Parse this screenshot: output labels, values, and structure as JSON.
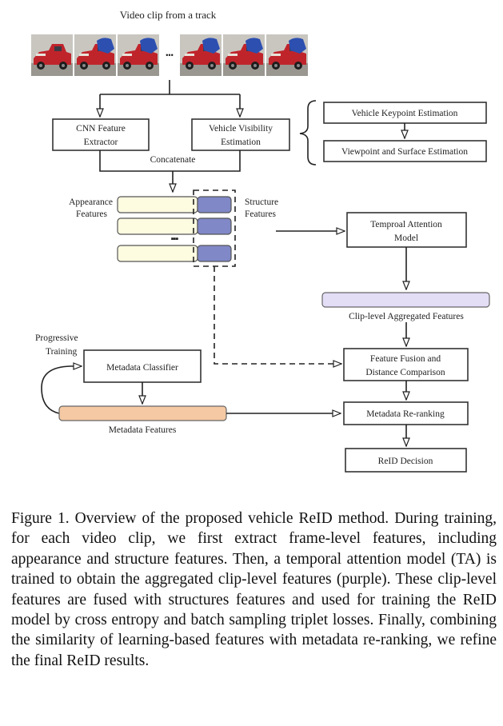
{
  "diagram": {
    "video_clip_title": "Video clip from a track",
    "ellipsis": "•••",
    "cnn_line1": "CNN Feature",
    "cnn_line2": "Extractor",
    "visibility_line1": "Vehicle Visibility",
    "visibility_line2": "Estimation",
    "keypoint": "Vehicle Keypoint Estimation",
    "viewpoint": "Viewpoint and Surface Estimation",
    "concatenate": "Concatenate",
    "appearance_line1": "Appearance",
    "appearance_line2": "Features",
    "structure_line1": "Structure",
    "structure_line2": "Features",
    "feature_ellipsis": "▪▪▪",
    "ta_line1": "Temproal Attention",
    "ta_line2": "Model",
    "clip_level": "Clip-level Aggregated Features",
    "progressive_line1": "Progressive",
    "progressive_line2": "Training",
    "metadata_classifier": "Metadata Classifier",
    "fusion_line1": "Feature Fusion and",
    "fusion_line2": "Distance Comparison",
    "metadata_features": "Metadata Features",
    "reranking": "Metadata Re-ranking",
    "decision": "ReID Decision",
    "colors": {
      "appearance_fill": "#fdfbe0",
      "structure_fill": "#8088c7",
      "clip_fill": "#e4ddf6",
      "metadata_fill": "#f5c9a3",
      "truck_red": "#c0242b",
      "truck_blue": "#2c4fb0"
    }
  },
  "caption": "Figure 1. Overview of the proposed vehicle ReID method. During training, for each video clip, we first extract frame-level features, including appearance and structure features. Then, a temporal attention model (TA) is trained to obtain the aggregated clip-level features (purple). These clip-level features are fused with structures features and used for training the ReID model by cross entropy and batch sampling triplet losses. Finally, combining the similarity of learning-based features with metadata re-ranking, we refine the final ReID results."
}
